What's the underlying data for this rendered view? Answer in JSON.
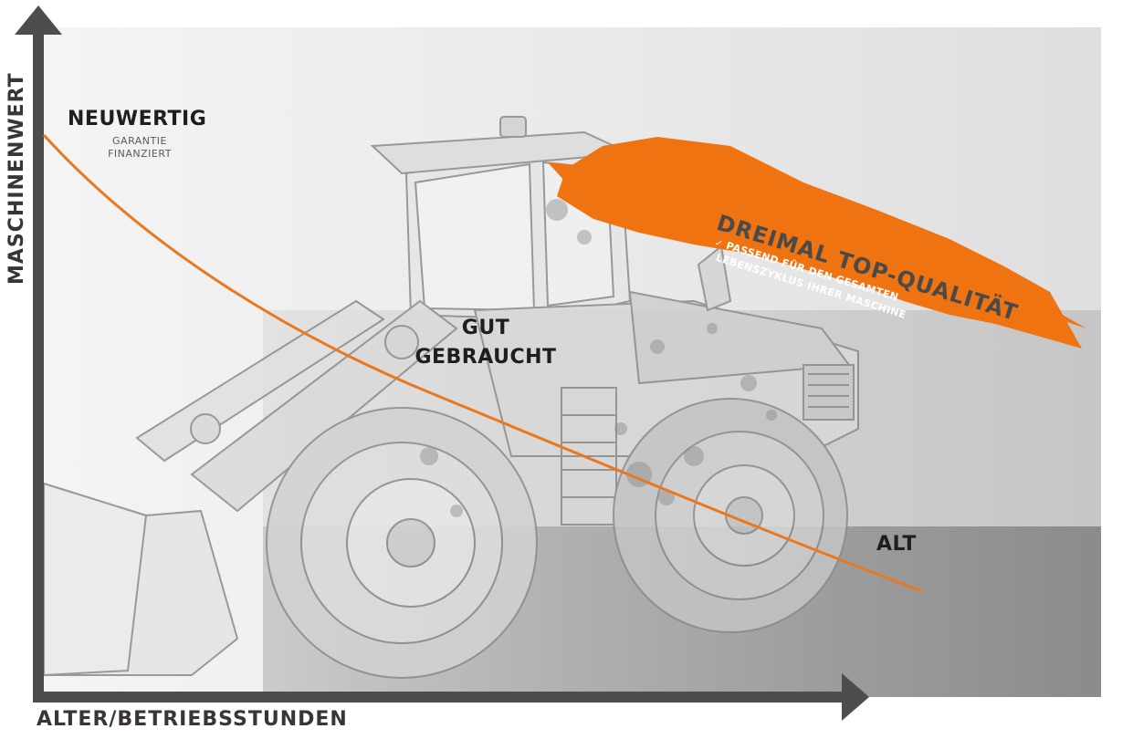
{
  "diagram": {
    "axis_y_label": "MASCHINENWERT",
    "axis_x_label": "ALTER/BETRIEBSSTUNDEN",
    "zones": {
      "new": {
        "title": "NEUWERTIG",
        "sub_lines": [
          "GARANTIE",
          "FINANZIERT"
        ]
      },
      "used": {
        "title_lines": [
          "GUT",
          "GEBRAUCHT"
        ]
      },
      "old": {
        "title": "ALT"
      }
    },
    "promo": {
      "title": "DREIMAL TOP-QUALITÄT",
      "check_icon": "checkmark-icon",
      "lines": [
        "PASSEND FÜR DEN GESAMTEN",
        "LEBENSZYKLUS IHRER MASCHINE"
      ]
    },
    "colors": {
      "curve": "#e9781e",
      "brush": "#ef7310",
      "axis": "#4d4d4d",
      "label_dark": "#1e1e1e",
      "label_brown": "#3b3531"
    }
  }
}
